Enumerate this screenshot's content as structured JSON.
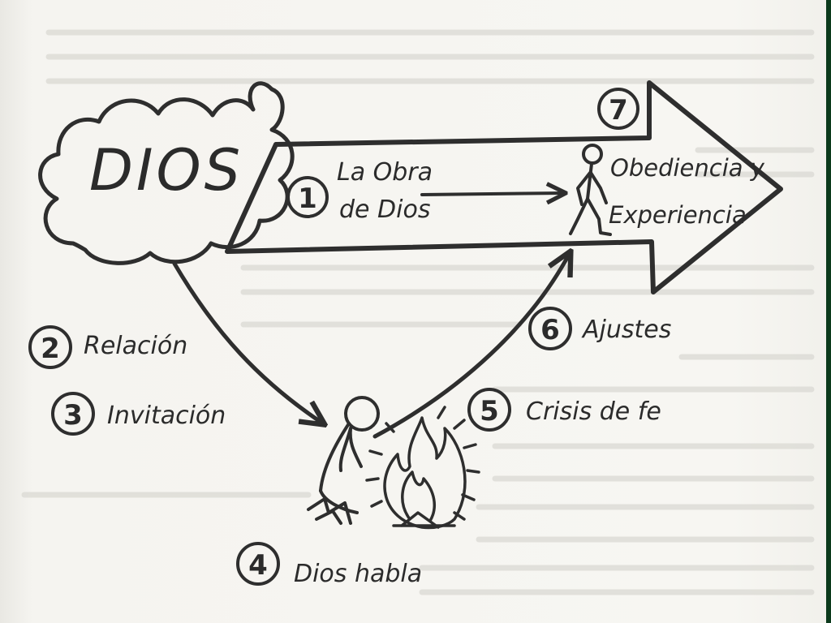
{
  "god": {
    "label": "DIOS"
  },
  "steps": [
    {
      "number": "1",
      "lines": [
        "La Obra",
        "de Dios"
      ]
    },
    {
      "number": "2",
      "lines": [
        "Relación"
      ]
    },
    {
      "number": "3",
      "lines": [
        "Invitación"
      ]
    },
    {
      "number": "4",
      "lines": [
        "Dios habla"
      ]
    },
    {
      "number": "5",
      "lines": [
        "Crisis de fe"
      ]
    },
    {
      "number": "6",
      "lines": [
        "Ajustes"
      ]
    },
    {
      "number": "7",
      "lines": [
        "Obediencia y",
        "Experiencia"
      ]
    }
  ],
  "icons": {
    "cloud": "cloud-icon",
    "walker": "walking-person-icon",
    "kneeler": "kneeling-person-icon",
    "fire": "burning-bush-icon"
  },
  "colors": {
    "ink": "#2e2e2e",
    "paper": "#f5f4f0",
    "edge": "#0c3a1c"
  }
}
